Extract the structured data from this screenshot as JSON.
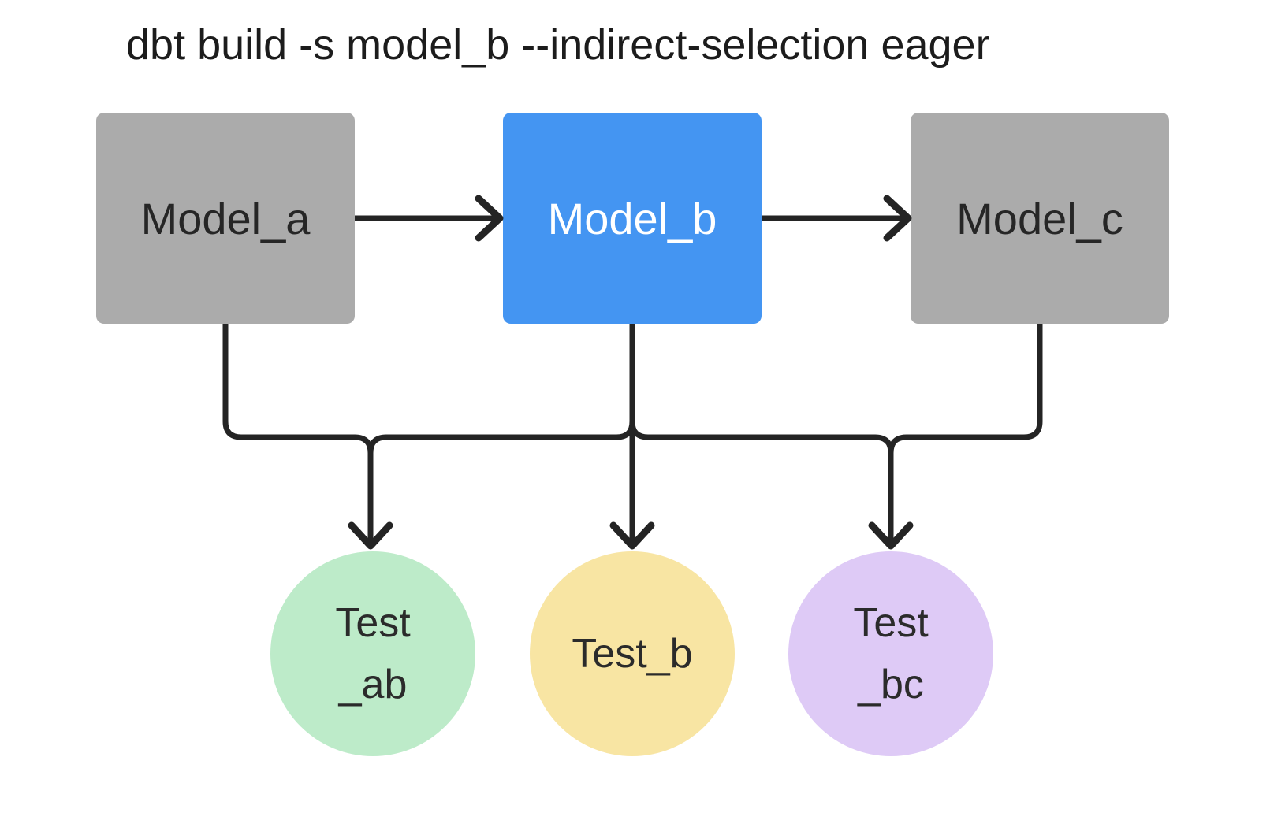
{
  "title": "dbt build -s model_b --indirect-selection eager",
  "nodes": {
    "model_a": {
      "label": "Model_a",
      "kind": "model",
      "selected": false
    },
    "model_b": {
      "label": "Model_b",
      "kind": "model",
      "selected": true
    },
    "model_c": {
      "label": "Model_c",
      "kind": "model",
      "selected": false
    },
    "test_ab": {
      "lines": [
        "Test",
        "_ab"
      ],
      "kind": "test"
    },
    "test_b": {
      "lines": [
        "Test_b"
      ],
      "kind": "test"
    },
    "test_bc": {
      "lines": [
        "Test",
        "_bc"
      ],
      "kind": "test"
    }
  },
  "edges": [
    {
      "from": "model_a",
      "to": "model_b"
    },
    {
      "from": "model_b",
      "to": "model_c"
    },
    {
      "from": "model_a",
      "to": "test_ab"
    },
    {
      "from": "model_b",
      "to": "test_ab"
    },
    {
      "from": "model_b",
      "to": "test_b"
    },
    {
      "from": "model_b",
      "to": "test_bc"
    },
    {
      "from": "model_c",
      "to": "test_bc"
    }
  ],
  "colors": {
    "background": "#FFFFFF",
    "model_default": "#ABABAB",
    "model_selected": "#4495F2",
    "test_ab": "#BDEBC9",
    "test_b": "#F8E5A3",
    "test_bc": "#DECAF6",
    "edge": "#242424",
    "text_dark": "#262626",
    "text_light": "#FFFFFF"
  }
}
